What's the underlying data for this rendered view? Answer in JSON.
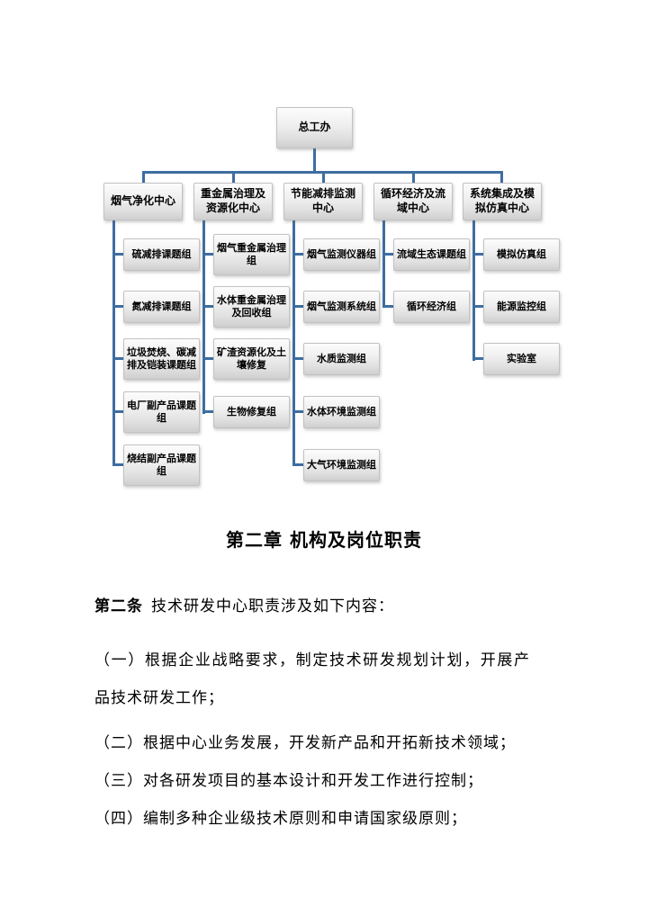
{
  "org_chart": {
    "connector_color": "#3e6da1",
    "root": {
      "label": "总工办"
    },
    "branches": [
      {
        "label": "烟气净化中心",
        "children": [
          "硫减排课题组",
          "氮减排课题组",
          "垃圾焚烧、碳减排及铠装课题组",
          "电厂副产品课题组",
          "烧结副产品课题组"
        ]
      },
      {
        "label": "重金属治理及资源化中心",
        "children": [
          "烟气重金属治理组",
          "水体重金属治理及回收组",
          "矿渣资源化及土壤修复",
          "生物修复组"
        ]
      },
      {
        "label": "节能减排监测中心",
        "children": [
          "烟气监测仪器组",
          "烟气监测系统组",
          "水质监测组",
          "水体环境监测组",
          "大气环境监测组"
        ]
      },
      {
        "label": "循环经济及流域中心",
        "children": [
          "流域生态课题组",
          "循环经济组"
        ]
      },
      {
        "label": "系统集成及模拟仿真中心",
        "children": [
          "模拟仿真组",
          "能源监控组",
          "实验室"
        ]
      }
    ]
  },
  "doc": {
    "chapter_heading": "第二章 机构及岗位职责",
    "article_label": "第二条",
    "article_intro": "技术研发中心职责涉及如下内容：",
    "items": [
      "（一）根据企业战略要求，制定技术研发规划计划，开展产品技术研发工作；",
      "（二）根据中心业务发展，开发新产品和开拓新技术领域；",
      "（三）对各研发项目的基本设计和开发工作进行控制；",
      "（四）编制多种企业级技术原则和申请国家级原则；"
    ]
  }
}
